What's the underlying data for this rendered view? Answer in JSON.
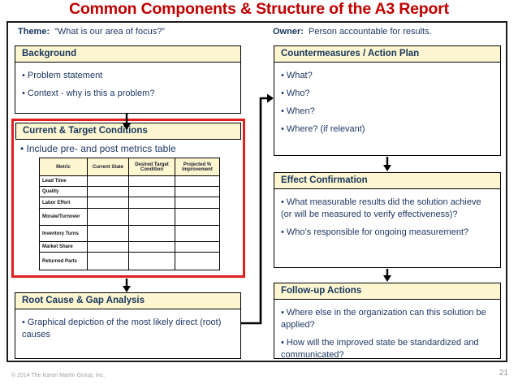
{
  "title": "Common Components & Structure of the A3 Report",
  "theme": {
    "label": "Theme:",
    "value": "“What is our area of focus?”"
  },
  "owner": {
    "label": "Owner:",
    "value": "Person accountable for results."
  },
  "boxes": {
    "background": {
      "title": "Background",
      "bullets": [
        "Problem statement",
        "Context - why is this a problem?"
      ]
    },
    "current_target": {
      "title": "Current  & Target Conditions",
      "bullets": [
        "Include pre- and post metrics table"
      ]
    },
    "root_cause": {
      "title": "Root Cause & Gap Analysis",
      "bullets": [
        "Graphical depiction of the most likely direct (root) causes"
      ]
    },
    "countermeasures": {
      "title": "Countermeasures / Action Plan",
      "bullets": [
        "What?",
        "Who?",
        "When?",
        "Where? (if relevant)"
      ]
    },
    "effect": {
      "title": "Effect Confirmation",
      "bullets": [
        "What measurable results did the solution achieve (or will be measured to verify effectiveness)?",
        "Who’s responsible for ongoing measurement?"
      ]
    },
    "followup": {
      "title": "Follow-up Actions",
      "bullets": [
        "Where else in the organization can this solution be applied?",
        "How will the improved state be standardized and communicated?"
      ]
    }
  },
  "metrics_table": {
    "headers": [
      "Metric",
      "Current State",
      "Desired Target Condition",
      "Projected % Improvement"
    ],
    "rows": [
      "Lead Time",
      "Quality",
      "Labor Effort",
      "Morale/Turnover",
      "Inventory Turns",
      "Market Share",
      "Returned Parts"
    ]
  },
  "footer": {
    "copyright": "© 2014 The Karen Martin Group, Inc.",
    "page_number": "21"
  },
  "colors": {
    "title_red": "#c00000",
    "highlight_border_red": "#e01f1f",
    "header_cream": "#fdf6d0",
    "text_navy": "#1f3864",
    "frame_black": "#1a1a1a"
  }
}
